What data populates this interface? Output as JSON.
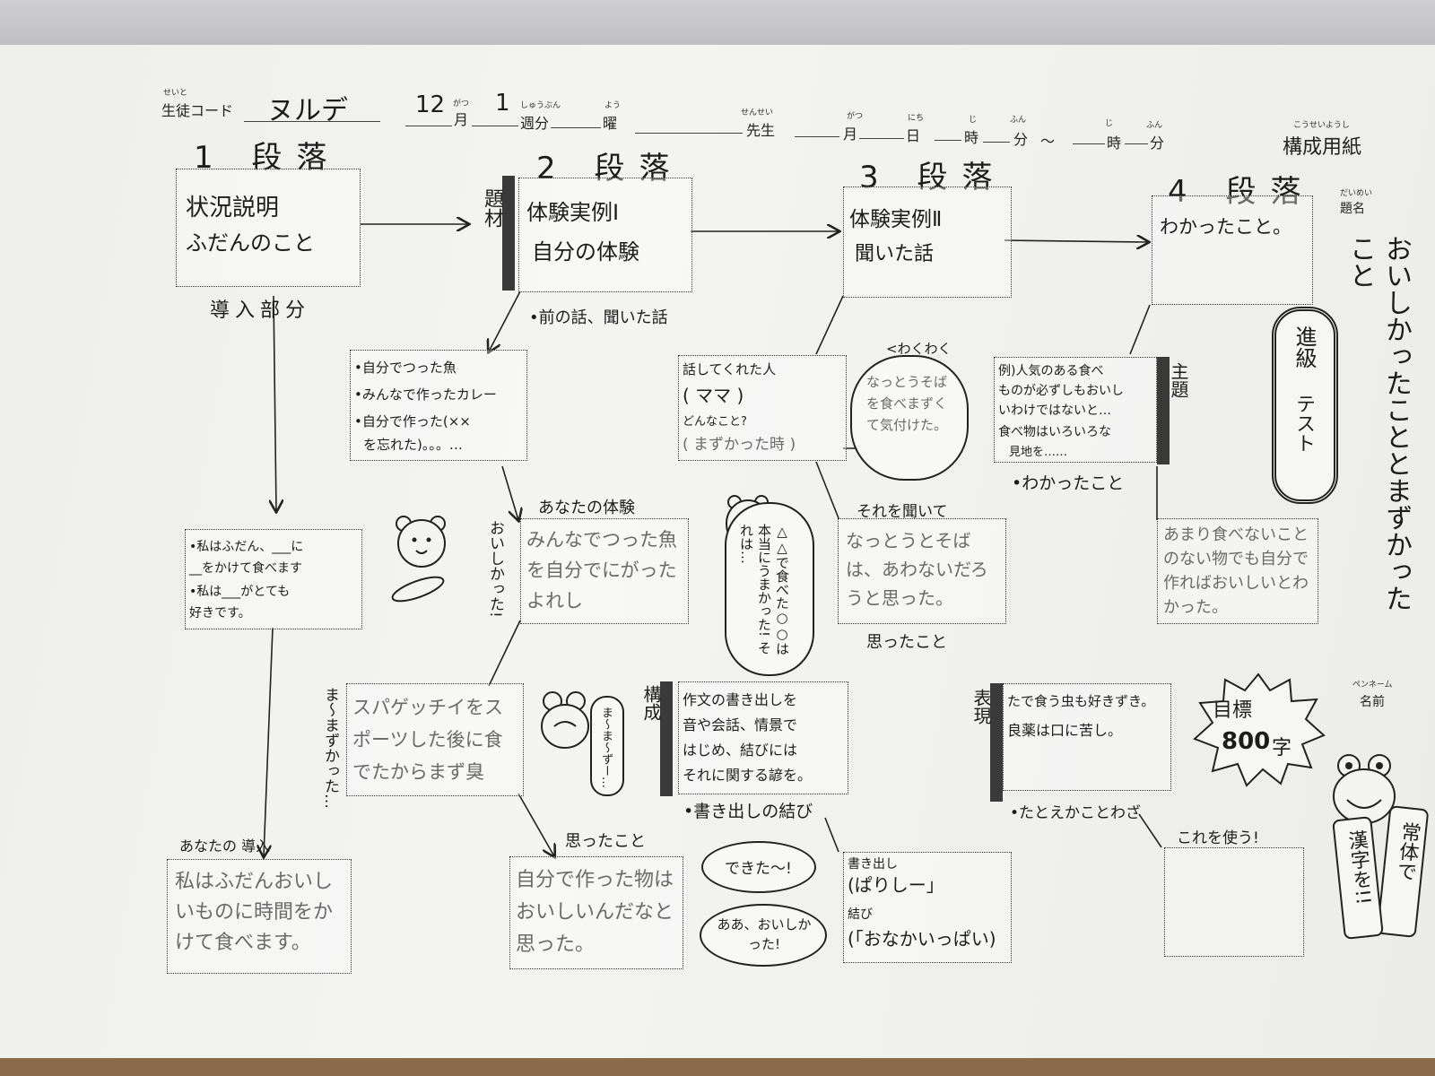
{
  "header": {
    "student_code_ruby": "せいと",
    "student_code_label": "生徒コード",
    "student_code_value": "ヌルデ",
    "month_value": "12",
    "month_ruby": "がつ",
    "month_label": "月",
    "week_value": "1",
    "week_ruby": "しゅうぶん",
    "week_label": "週分",
    "day_ruby": "よう",
    "day_label": "曜",
    "teacher_ruby": "せんせい",
    "teacher_label": "先生",
    "date_month_ruby": "がつ",
    "date_month_label": "月",
    "date_day_ruby": "にち",
    "date_day_label": "日",
    "hour1_ruby": "じ",
    "hour1_label": "時",
    "min1_ruby": "ふん",
    "min1_label": "分",
    "tilde": "〜",
    "hour2_ruby": "じ",
    "hour2_label": "時",
    "min2_ruby": "ふん",
    "min2_label": "分",
    "form_ruby": "こうせいようし",
    "form_title": "構成用紙",
    "title_ruby": "だいめい",
    "title_label": "題名",
    "title_value": "おいしかったこととまずかったこと",
    "penname_ruby": "ペンネーム",
    "penname_label": "名前"
  },
  "p1": {
    "heading": "1 段落",
    "box_line1": "状況説明",
    "box_line2": "ふだんのこと",
    "intro_label": "導入部分",
    "template_line1": "•私はふだん、___に",
    "template_line2": "__をかけて食べます",
    "template_line3": "•私は___がとても",
    "template_line4": "好きです。",
    "your_intro_label": "あなたの 導入",
    "your_intro_text": "私はふだんおいしいものに時間をかけて食べます。"
  },
  "p2": {
    "heading": "2 段落",
    "side_tag": "題材",
    "box_line1": "体験実例Ⅰ",
    "box_line2": "自分の体験",
    "note": "•前の話、聞いた話",
    "examples_line1": "•自分でつった魚",
    "examples_line2": "•みんなで作ったカレー",
    "examples_line3": "•自分で作った(××",
    "examples_line4": "を忘れた)。。。…",
    "your_exp_label": "あなたの体験",
    "oishikatta": "おいしかった!",
    "your_exp_text": "みんなでつった魚を自分でにがったよれし",
    "mazukatta": "ま〜まずかった…",
    "spaghetti_text": "スパゲッチイをスポーツした後に食でたからまず臭",
    "frog_bubble_small": "ま〜ま〜ずー…",
    "thought_label": "思ったこと",
    "thought_text": "自分で作った物はおいしいんだなと思った。",
    "bear_bubble": "△△で食べた○○は本当にうまかった! それは…"
  },
  "p3": {
    "heading": "3 段落",
    "box_line1": "体験実例Ⅱ",
    "box_line2": "聞いた話",
    "teller_label": "話してくれた人",
    "teller_value": "( ママ )",
    "what_label": "どんなこと?",
    "what_value": "( まずかった時 )",
    "wakuwaku": "<わくわく",
    "cloud_text": "なっとうそばを食べまずくて気付けた。",
    "heard_label": "それを聞いて",
    "heard_text": "なっとうとそばは、あわないだろうと思った。",
    "felt_label": "思ったこと",
    "structure_tag": "構成",
    "structure_line1": "作文の書き出しを",
    "structure_line2": "音や会話、情景で",
    "structure_line3": "はじめ、結びには",
    "structure_line4": "それに関する諺を。",
    "opening_closing_label": "•書き出しの結び",
    "dekita": "できた〜!",
    "aa_oishikatta": "ああ、おいしかった!",
    "opening_label": "書き出し",
    "opening_value": "(ぱりしー」",
    "closing_label": "結び",
    "closing_value": "(「おなかいっぱい)"
  },
  "p4": {
    "heading": "4 段落",
    "box_line1": "わかったこと。",
    "theme_tag": "主題",
    "example_line1": "例)人気のある食べ",
    "example_line2": "ものが必ずしもおいし",
    "example_line3": "いわけではないと…",
    "example_line4": "食べ物はいろいろな",
    "example_line5": "見地を……",
    "understood_label": "•わかったこと",
    "understood_text": "あまり食べないことのない物でも自分で作ればおいしいとわかった。",
    "promo_line1": "進級",
    "promo_line2": "テスト",
    "expression_tag": "表現",
    "expression_line1": "たで食う虫も好きずき。",
    "expression_line2": "良薬は口に苦し。",
    "proverb_label": "•たとえかことわざ",
    "use_this_label": "これを使う!",
    "goal_line1": "目標",
    "goal_count": "800",
    "goal_unit": "字",
    "frog_note1": "常体で",
    "frog_note2": "漢字を!!"
  }
}
